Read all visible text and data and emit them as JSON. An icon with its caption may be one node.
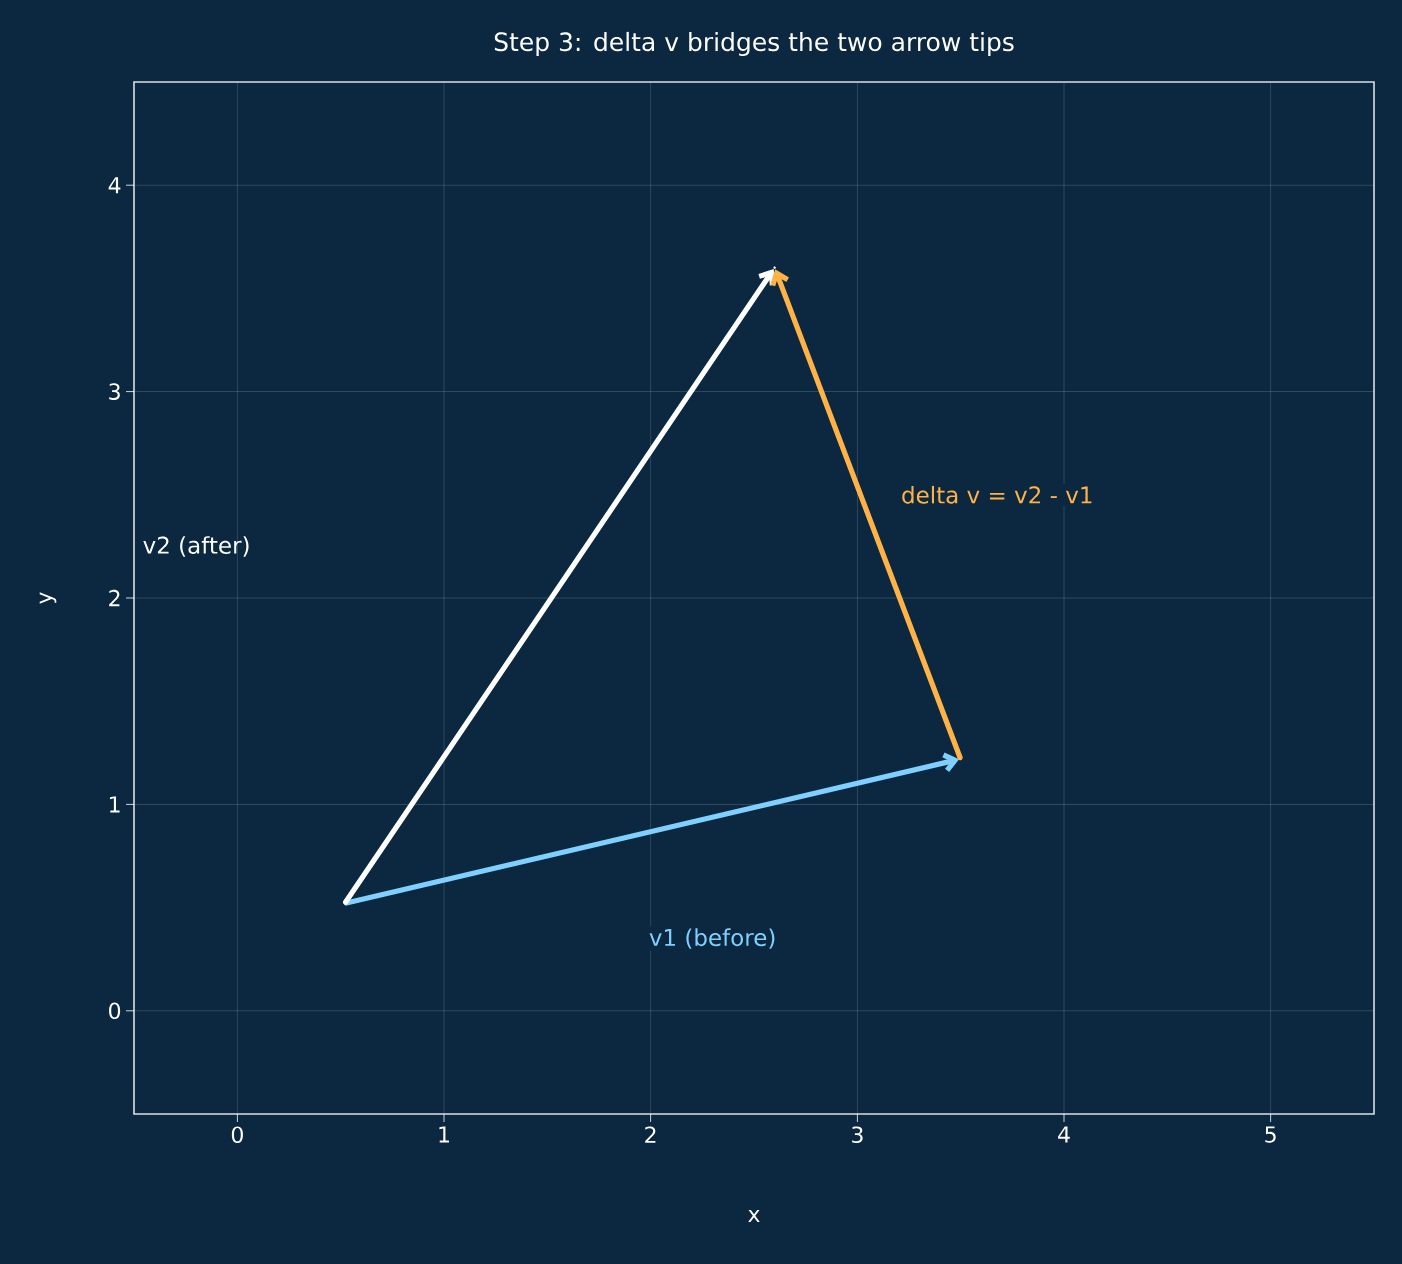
{
  "diagram": {
    "title": "Step 3: delta v bridges the two arrow tips",
    "nodes": [
      {
        "text": [],
        "shape": "point"
      },
      {
        "text": [],
        "shape": "point"
      },
      {
        "text": [],
        "shape": "point"
      }
    ],
    "edges": [
      {
        "from": 0,
        "to": 1,
        "arrow": "to",
        "label": "v1 (before)",
        "color": "#7fd0ff"
      },
      {
        "from": 0,
        "to": 2,
        "arrow": "to",
        "color": "#ffffff"
      },
      {
        "from": 1,
        "to": 2,
        "arrow": "to",
        "label": "delta v = v2 - v1",
        "color": "#ffb347"
      }
    ],
    "labels": [
      "0",
      "1",
      "2",
      "3",
      "4",
      "5",
      "0",
      "1",
      "2",
      "3",
      "4",
      "x",
      "y",
      "v2 (after)"
    ]
  }
}
